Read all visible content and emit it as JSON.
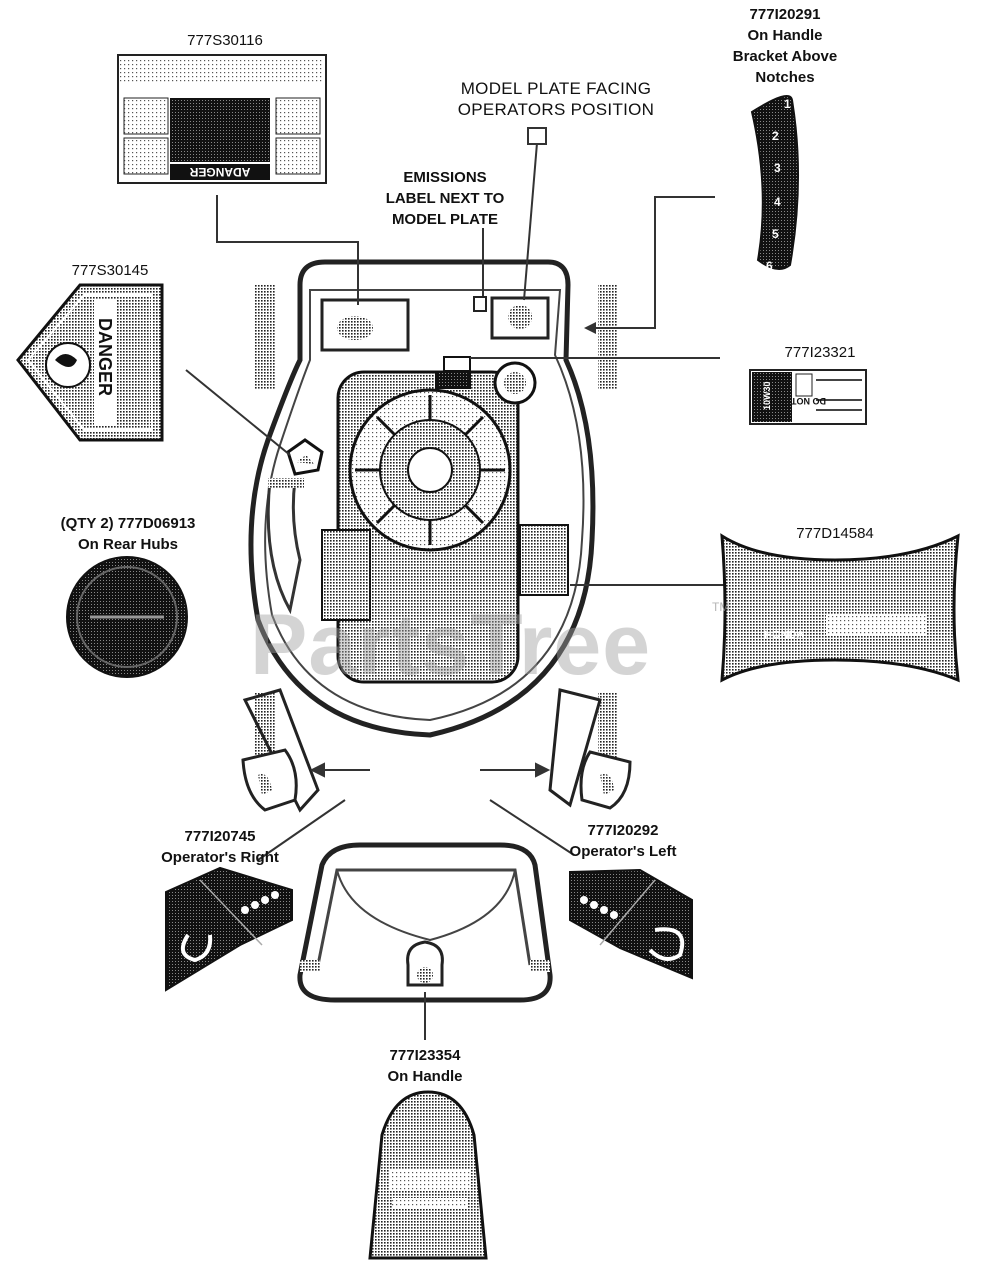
{
  "watermark": {
    "text": "PartsTree",
    "trademark": "TM"
  },
  "callouts": {
    "top_label": {
      "lines": [
        "777S30116"
      ]
    },
    "model_plate": {
      "lines": [
        "MODEL PLATE FACING",
        "OPERATORS POSITION"
      ]
    },
    "handle_bracket": {
      "lines": [
        "777I20291",
        "On Handle",
        "Bracket Above",
        "Notches"
      ]
    },
    "emissions": {
      "lines": [
        "EMISSIONS",
        "LABEL NEXT TO",
        "MODEL PLATE"
      ]
    },
    "danger_label": {
      "lines": [
        "777S30145"
      ]
    },
    "oil_label": {
      "lines": [
        "777I23321"
      ]
    },
    "rear_hubs": {
      "lines": [
        "(QTY 2) 777D06913",
        "On Rear Hubs"
      ]
    },
    "brand_label": {
      "lines": [
        "777D14584"
      ]
    },
    "operators_right": {
      "lines": [
        "777I20745",
        "Operator's Right"
      ]
    },
    "operators_left": {
      "lines": [
        "777I20292",
        "Operator's Left"
      ]
    },
    "on_handle": {
      "lines": [
        "777I23354",
        "On Handle"
      ]
    }
  },
  "decal_text": {
    "danger_word": "DANGER",
    "danger_word_2": "ADANGER",
    "notch_numbers": [
      "1",
      "2",
      "3",
      "4",
      "5",
      "6"
    ],
    "oil_left": "10W30",
    "oil_right": "DO NOT",
    "brand_small": "HONDA"
  }
}
